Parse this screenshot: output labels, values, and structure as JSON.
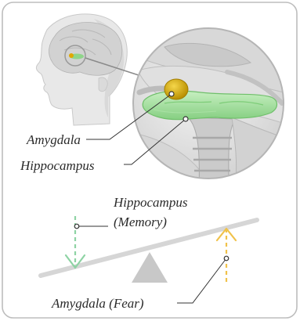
{
  "labels": {
    "amygdala": "Amygdala",
    "hippocampus": "Hippocampus",
    "seesaw_hippocampus_line1": "Hippocampus",
    "seesaw_hippocampus_line2": "(Memory)",
    "seesaw_amygdala": "Amygdala (Fear)"
  },
  "colors": {
    "panel_border": "#bdbdbd",
    "head_skin": "#e4e4e4",
    "brain": "#cfcfcf",
    "hippocampus_green": "#9fdc9a",
    "amygdala_gold": "#d9b000",
    "seesaw_beam": "#d6d6d6",
    "fulcrum": "#c8c8c8",
    "arrow_down_green": "#8ed3a4",
    "arrow_up_gold": "#f0c24a",
    "leader_line": "#333333"
  },
  "icons": {
    "down_arrow": "arrow-down-icon",
    "up_arrow": "arrow-up-icon"
  },
  "seesaw": {
    "tilt": "higher on the right"
  }
}
